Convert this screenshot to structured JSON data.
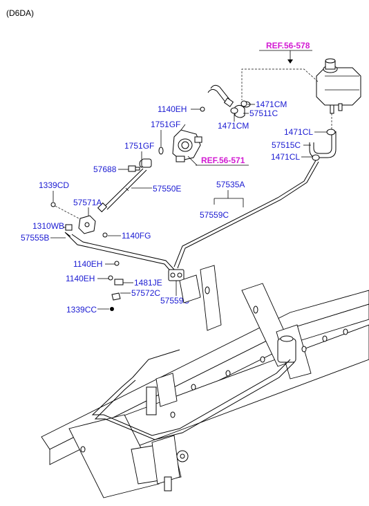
{
  "engine_code": "(D6DA)",
  "refs": {
    "reservoir_ref": "REF.56-578",
    "pump_ref": "REF.56-571"
  },
  "parts": {
    "p1140EH_top": "1140EH",
    "p1471CM_right": "1471CM",
    "p57511C": "57511C",
    "p1471CM_low": "1471CM",
    "p1751GF_top": "1751GF",
    "p1751GF_mid": "1751GF",
    "p57688": "57688",
    "p57550E": "57550E",
    "p1471CL_top": "1471CL",
    "p57515C": "57515C",
    "p1471CL_low": "1471CL",
    "p1339CD": "1339CD",
    "p57571A": "57571A",
    "p57535A": "57535A",
    "p57559C_top": "57559C",
    "p1310WB": "1310WB",
    "p57555B": "57555B",
    "p1140FG": "1140FG",
    "p1140EH_a": "1140EH",
    "p1140EH_b": "1140EH",
    "p1481JE": "1481JE",
    "p57572C": "57572C",
    "p57559C_low": "57559C",
    "p1339CC": "1339CC"
  }
}
